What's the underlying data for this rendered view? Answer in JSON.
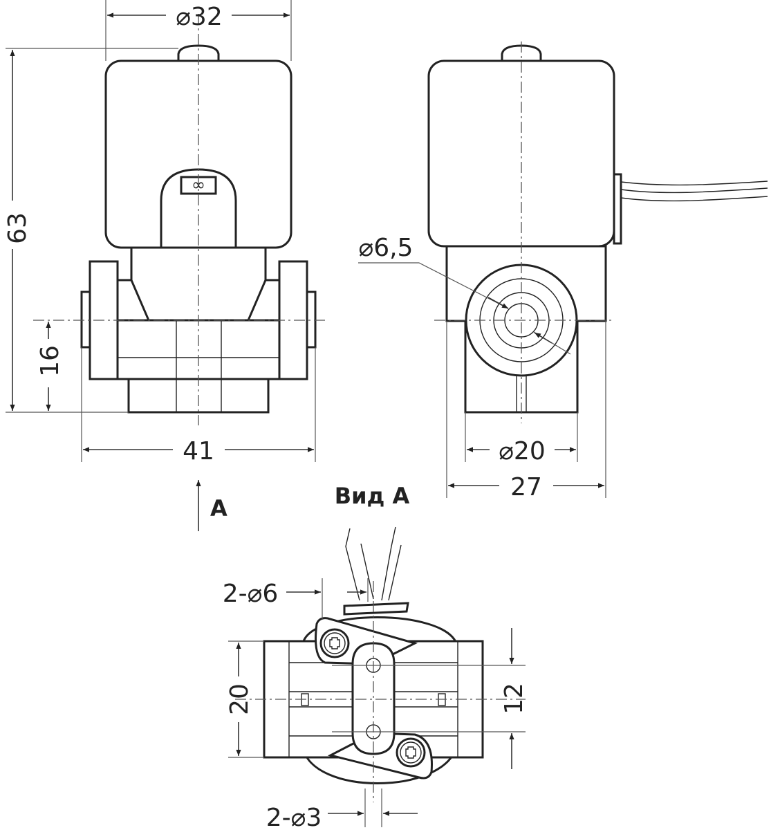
{
  "front_view": {
    "dims": {
      "coil_diameter": "⌀32",
      "height": "63",
      "port_height": "16",
      "width": "41"
    },
    "badge": "∞",
    "view_arrow": "A"
  },
  "side_view": {
    "dims": {
      "port_diameter": "⌀6,5",
      "body_diameter": "⌀20",
      "body_width": "27"
    }
  },
  "bottom_view": {
    "title": "Вид А",
    "dims": {
      "mount_holes": "2-⌀6",
      "pilot_holes": "2-⌀3",
      "body_height": "20",
      "hole_spacing": "12"
    }
  }
}
